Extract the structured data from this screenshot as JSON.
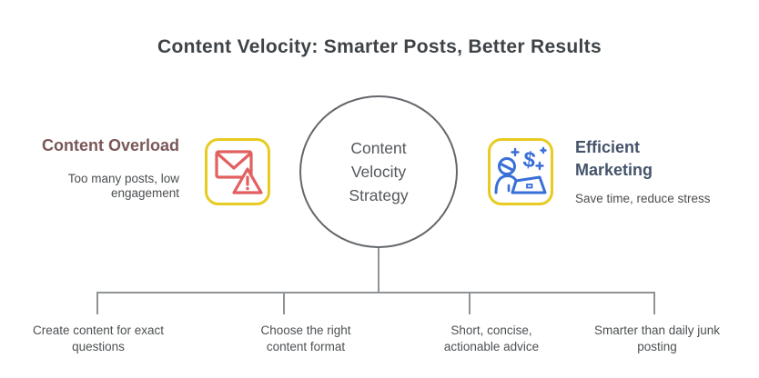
{
  "title": "Content Velocity: Smarter Posts, Better Results",
  "center_node": {
    "lines": [
      "Content",
      "Velocity",
      "Strategy"
    ]
  },
  "left_node": {
    "heading": "Content Overload",
    "subtitle": "Too many posts, low engagement",
    "icon": "envelope-alert-icon"
  },
  "right_node": {
    "heading": "Efficient Marketing",
    "subtitle": "Save time, reduce stress",
    "icon": "marketer-laptop-dollar-icon"
  },
  "branches": [
    "Create content for exact questions",
    "Choose the right content format",
    "Short, concise, actionable advice",
    "Smarter than daily junk posting"
  ],
  "colors": {
    "accent_yellow": "#e7cb20",
    "alert_red": "#e26060",
    "brand_blue": "#3a6fd8",
    "heading_maroon": "#7b5758",
    "heading_slate": "#44546a",
    "line_gray": "#909396",
    "title_gray": "#3e4347"
  }
}
